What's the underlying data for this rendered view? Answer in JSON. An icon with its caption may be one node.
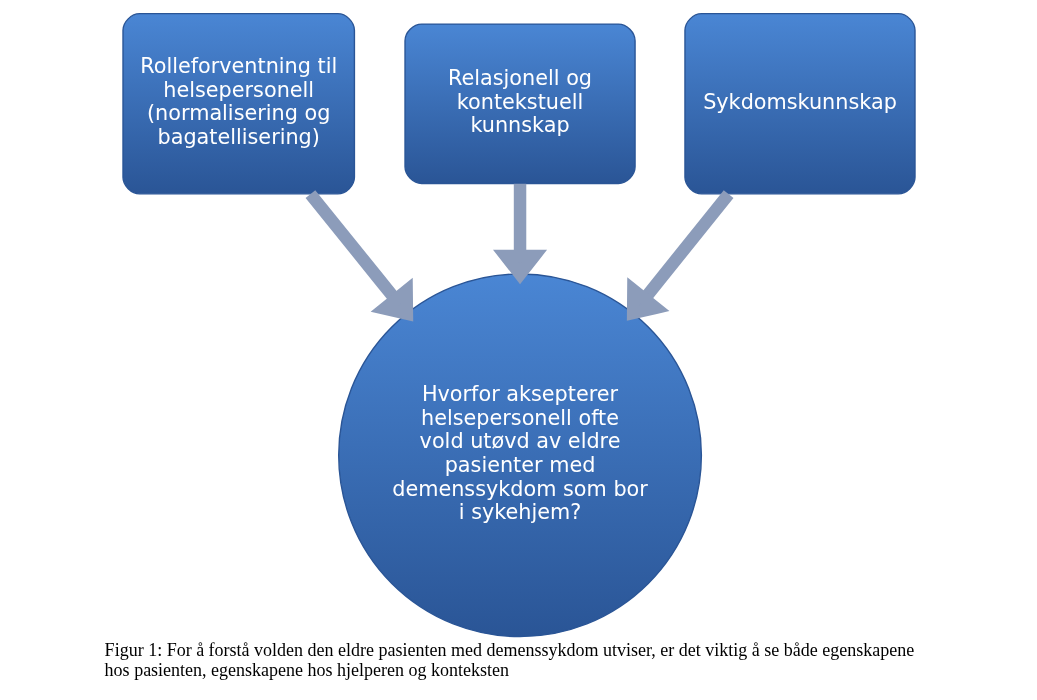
{
  "diagram": {
    "caption": "Figur 1: For å forstå volden den eldre pasienten med demenssykdom utviser, er det viktig å se både egenskapene hos pasienten, egenskapene hos hjelperen og konteksten",
    "nodes": [
      {
        "text": [
          "Relasjonell og kontekstuell kunnskap"
        ]
      },
      {
        "text": [
          "Rolleforventning til helsepersonell (normalisering og bagatellisering)"
        ]
      },
      {
        "text": [
          "Sykdomskunnskap"
        ]
      },
      {
        "text": [
          "Hvorfor aksepterer helsepersonell ofte vold utøvd av eldre pasienter med demenssykdom som bor i sykehjem?"
        ]
      }
    ],
    "edges": [
      {
        "from": 0,
        "to": 3,
        "arrow": "to"
      },
      {
        "from": 1,
        "to": 3,
        "arrow": "to"
      },
      {
        "from": 2,
        "to": 3,
        "arrow": "to"
      }
    ]
  }
}
